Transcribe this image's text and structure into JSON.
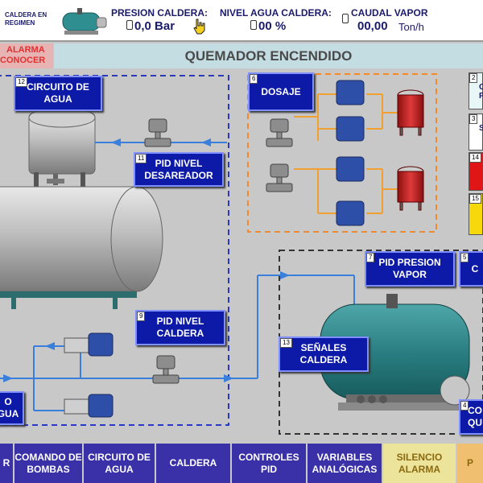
{
  "header": {
    "boiler_status": "CALDERA EN REGIMEN",
    "pressure_label": "PRESION CALDERA:",
    "pressure_value": "0,0 Bar",
    "level_label": "NIVEL AGUA CALDERA:",
    "level_value": "00 %",
    "flow_label": "CAUDAL VAPOR",
    "flow_value": "00,00",
    "flow_unit": "Ton/h"
  },
  "alarm": {
    "line1": "ALARMA",
    "line2": "CONOCER"
  },
  "status": {
    "text": "QUEMADOR ENCENDIDO"
  },
  "boxes": {
    "circuito": {
      "num": "12",
      "label": "CIRCUITO DE AGUA"
    },
    "pid_desaireador": {
      "num": "11",
      "label": "PID NIVEL DESAREADOR"
    },
    "dosaje": {
      "num": "6",
      "label": "DOSAJE"
    },
    "pid_caldera": {
      "num": "9",
      "label": "PID NIVEL CALDERA"
    },
    "pid_presion": {
      "num": "7",
      "label": "PID PRESION VAPOR"
    },
    "senales": {
      "num": "13",
      "label": "SEÑALES CALDERA"
    },
    "left_bottom": {
      "label_line1": "O",
      "label_line2": "GUA"
    },
    "right_4": {
      "num": "4",
      "label_line1": "CO",
      "label_line2": "QU"
    },
    "right_5": {
      "num": "5",
      "label": "C"
    }
  },
  "side_items": [
    {
      "num": "2",
      "text": "C\nP"
    },
    {
      "num": "3",
      "text": "S"
    },
    {
      "num": "14",
      "text": ""
    },
    {
      "num": "15",
      "text": ""
    }
  ],
  "nav": [
    "R",
    "COMANDO DE BOMBAS",
    "CIRCUITO DE AGUA",
    "CALDERA",
    "CONTROLES PID",
    "VARIABLES ANALÓGICAS",
    "SILENCIO ALARMA",
    "P"
  ],
  "colors": {
    "nav_blue": "#3a30a8",
    "box_blue": "#0d1aa8",
    "silence": "#ede49b",
    "alarm_red": "#e23030"
  }
}
